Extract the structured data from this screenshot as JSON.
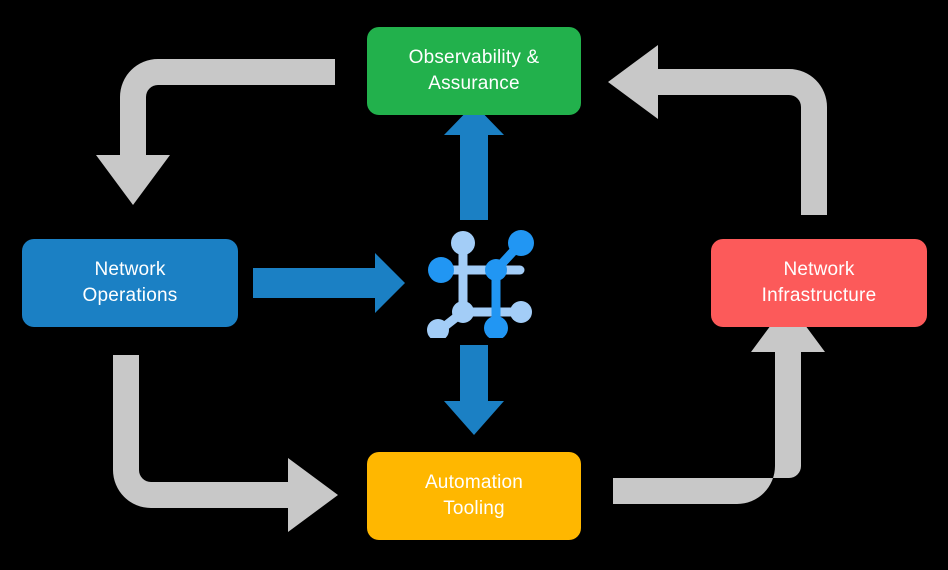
{
  "diagram": {
    "title": "Network automation lifecycle cycle diagram",
    "background_color": "#000000",
    "center": {
      "icon": "network-topology-icon",
      "node_color_primary": "#2196F3",
      "node_color_secondary": "#A3CDF7"
    },
    "nodes": [
      {
        "id": "observability",
        "label": "Observability &\nAssurance",
        "color": "#22B14C",
        "position": "top"
      },
      {
        "id": "network-operations",
        "label": "Network\nOperations",
        "color": "#1B80C4",
        "position": "left"
      },
      {
        "id": "network-infrastructure",
        "label": "Network\nInfrastructure",
        "color": "#FC5A5A",
        "position": "right"
      },
      {
        "id": "automation-tooling",
        "label": "Automation\nTooling",
        "color": "#FFB700",
        "position": "bottom"
      }
    ],
    "connectors": {
      "hub_arrow_color": "#1B80C4",
      "cycle_arrow_color": "#C8C8C8",
      "hub_arrows": [
        {
          "id": "arrow-operations-to-hub",
          "from": "network-operations",
          "to": "center",
          "direction": "right"
        },
        {
          "id": "arrow-hub-to-observability",
          "from": "center",
          "to": "observability",
          "direction": "up"
        },
        {
          "id": "arrow-hub-to-automation",
          "from": "center",
          "to": "automation-tooling",
          "direction": "down"
        }
      ],
      "cycle_arrows": [
        {
          "id": "arrow-observability-to-operations",
          "from": "observability",
          "to": "network-operations",
          "direction": "down"
        },
        {
          "id": "arrow-operations-to-automation",
          "from": "network-operations",
          "to": "automation-tooling",
          "direction": "right"
        },
        {
          "id": "arrow-automation-to-infrastructure",
          "from": "automation-tooling",
          "to": "network-infrastructure",
          "direction": "up"
        },
        {
          "id": "arrow-infrastructure-to-observability",
          "from": "network-infrastructure",
          "to": "observability",
          "direction": "left"
        }
      ]
    }
  }
}
